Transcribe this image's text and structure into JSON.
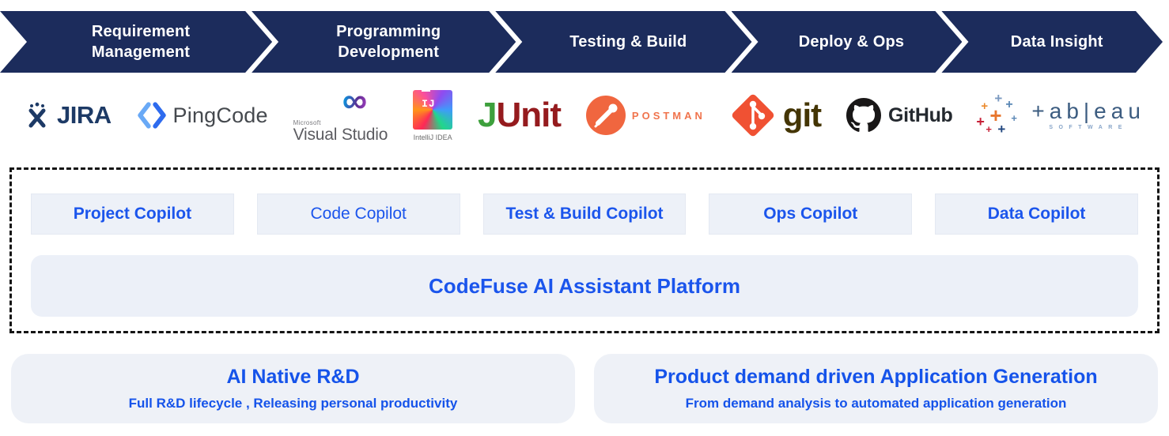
{
  "colors": {
    "band_navy": "#1c2c5c",
    "accent_blue": "#1b55ec",
    "chip_bg": "#edf1f8",
    "card_bg": "#eef1f7",
    "dashed_border": "#141414"
  },
  "pipeline": {
    "stages": [
      {
        "line1": "Requirement",
        "line2": "Management"
      },
      {
        "line1": "Programming",
        "line2": "Development"
      },
      {
        "line1": "Testing & Build"
      },
      {
        "line1": "Deploy & Ops"
      },
      {
        "line1": "Data Insight"
      }
    ]
  },
  "tools": {
    "jira": {
      "wordmark": "JIRA"
    },
    "pingcode": {
      "wordmark": "PingCode"
    },
    "visual_studio": {
      "icon_glyph": "∞",
      "brand": "Microsoft",
      "wordmark": "Visual Studio"
    },
    "intellij": {
      "badge": "IJ",
      "caption": "IntelliJ IDEA"
    },
    "junit": {
      "j": "J",
      "unit": "Unit"
    },
    "postman": {
      "wordmark": "POSTMAN"
    },
    "git": {
      "wordmark": "git"
    },
    "github": {
      "wordmark": "GitHub"
    },
    "tableau": {
      "icon_glyph": "+",
      "wordmark": "+ab|eau",
      "sub": "SOFTWARE"
    }
  },
  "copilots": [
    {
      "label": "Project Copilot"
    },
    {
      "label": "Code Copilot"
    },
    {
      "label": "Test & Build Copilot"
    },
    {
      "label": "Ops Copilot"
    },
    {
      "label": "Data Copilot"
    }
  ],
  "platform": {
    "label": "CodeFuse AI Assistant Platform"
  },
  "bottom_cards": [
    {
      "title": "AI Native R&D",
      "subtitle": "Full R&D lifecycle , Releasing personal productivity"
    },
    {
      "title": "Product demand driven Application Generation",
      "subtitle": "From demand analysis to automated application generation"
    }
  ]
}
